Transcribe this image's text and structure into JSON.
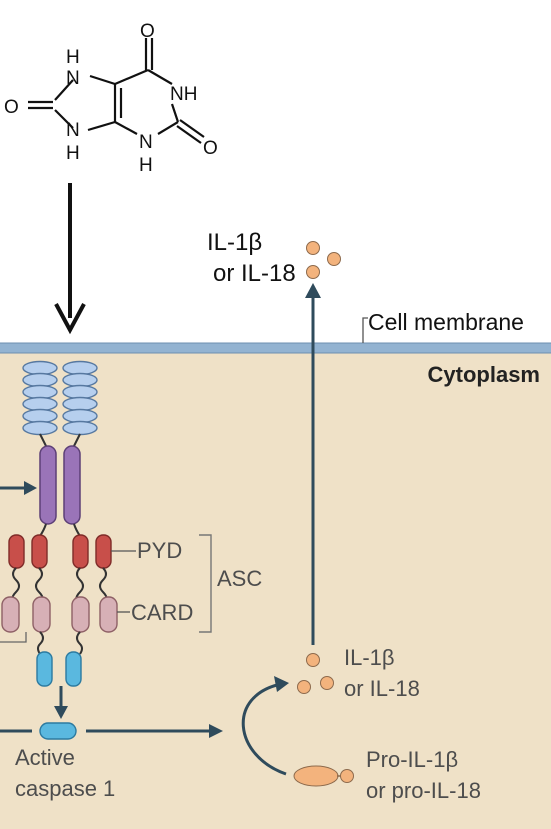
{
  "molecule": {
    "atoms": {
      "o_top": "O",
      "o_left": "O",
      "o_right": "O",
      "n7": "N",
      "h7": "H",
      "n9": "N",
      "h9": "H",
      "n1": "NH",
      "n3": "N",
      "h3": "H"
    }
  },
  "labels": {
    "secreted_line1": "IL-1β",
    "secreted_line2": "or IL-18",
    "cell_membrane": "Cell membrane",
    "cytoplasm": "Cytoplasm",
    "pyd": "PYD",
    "card": "CARD",
    "asc": "ASC",
    "active_line1": "Active",
    "active_line2": "caspase 1",
    "mature_line1": "IL-1β",
    "mature_line2": "or IL-18",
    "pro_line1": "Pro-IL-1β",
    "pro_line2": "or pro-IL-18"
  },
  "colors": {
    "cytoplasm": "#efe1c7",
    "membrane": "#93b3d1",
    "arrow": "#2f4b5c",
    "lrr": "#b6cfee",
    "nacht": "#9a74b8",
    "pyd": "#c84f4a",
    "card": "#d7b0b6",
    "caspase": "#5ab8df",
    "cytokine": "#f3b37d"
  }
}
